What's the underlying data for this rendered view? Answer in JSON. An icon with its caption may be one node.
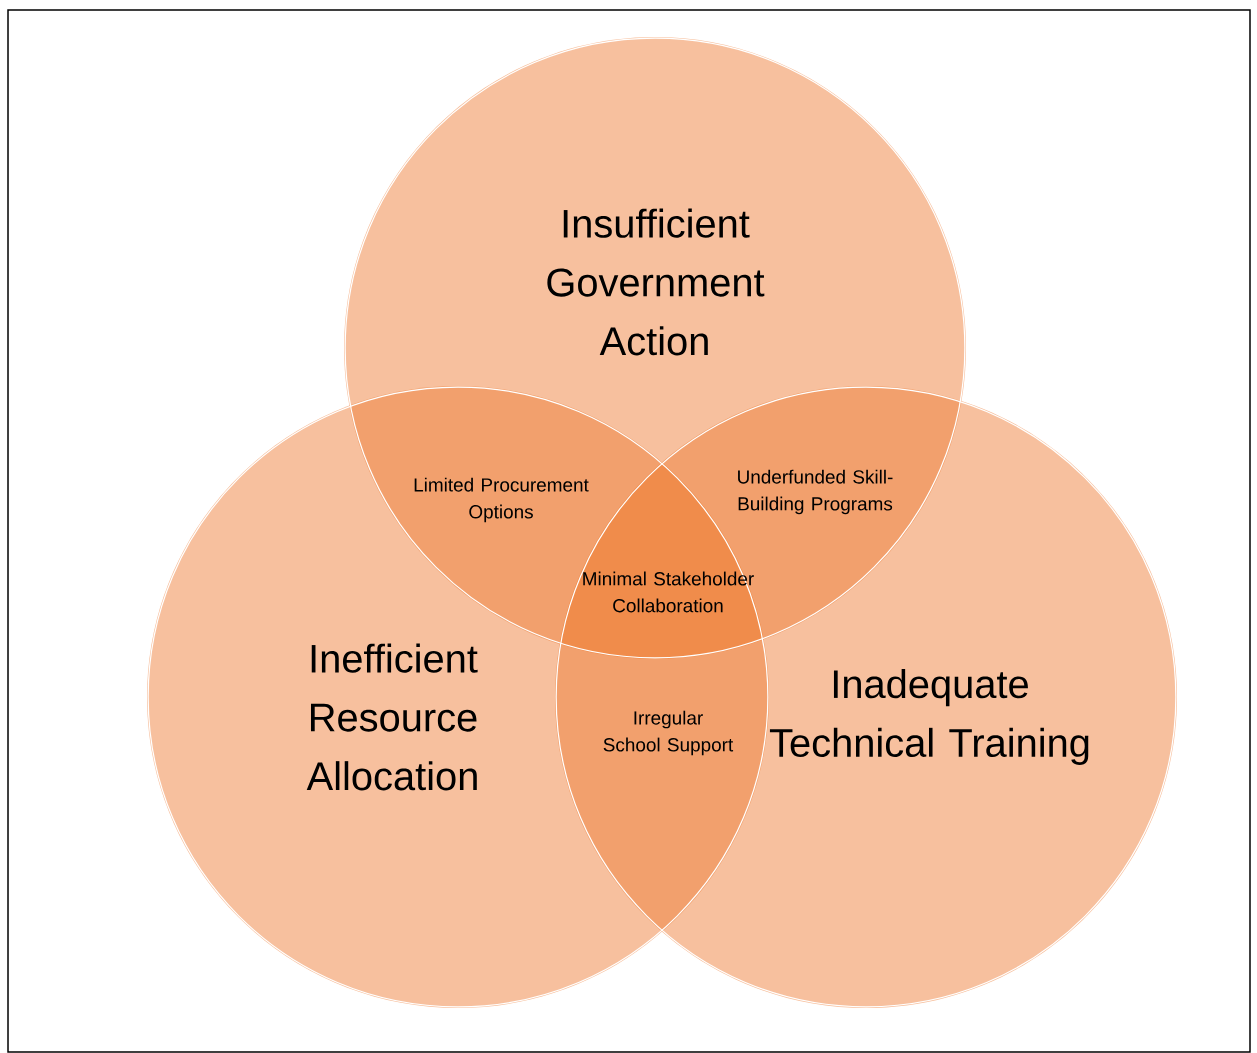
{
  "diagram": {
    "nodes": [
      {
        "text": [
          "Insufficient Government Action"
        ]
      },
      {
        "text": [
          "Inefficient Resource Allocation"
        ]
      },
      {
        "text": [
          "Inadequate Technical Training"
        ]
      }
    ],
    "labels": [
      "Limited Procurement Options",
      "Underfunded Skill-Building Programs",
      "Minimal Stakeholder Collaboration",
      "Irregular School Support"
    ]
  }
}
